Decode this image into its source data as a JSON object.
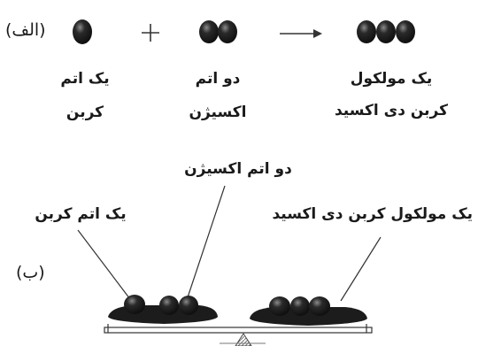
{
  "part_a": {
    "label": "(الف)",
    "plus_symbol": "+",
    "carbon_line1": "یک اتم",
    "carbon_line2": "کربن",
    "oxygen_line1": "دو اتم",
    "oxygen_line2": "اکسیژن",
    "co2_line1": "یک مولکول",
    "co2_line2": "کربن دی اکسید"
  },
  "part_b": {
    "label": "(ب)",
    "oxygen_label": "دو اتم اکسیژن",
    "carbon_label": "یک اتم کربن",
    "co2_label": "یک مولکول کربن دی اکسید"
  },
  "colors": {
    "atom": "#1c1c1c",
    "highlight": "#9a9a9a",
    "line": "#333333"
  }
}
